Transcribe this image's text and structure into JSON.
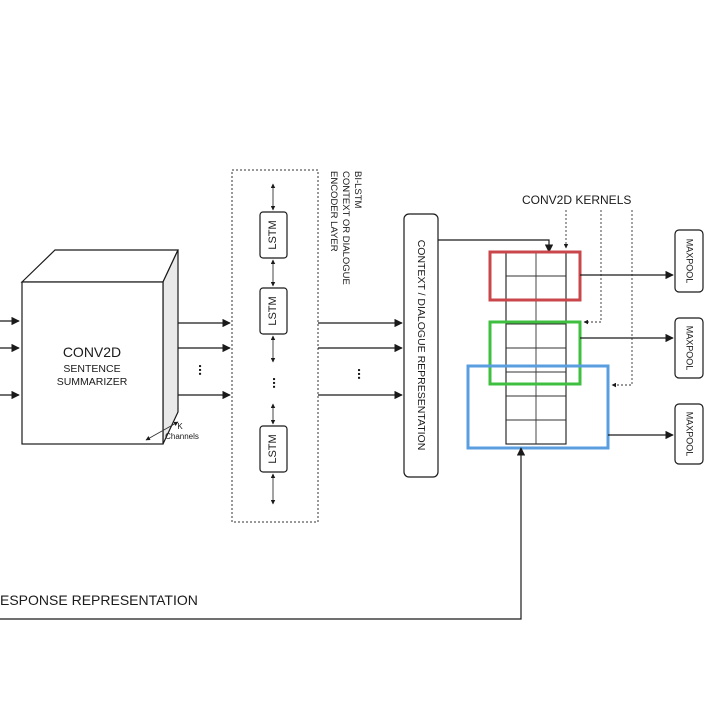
{
  "summarizer": {
    "line1": "CONV2D",
    "line2": "SENTENCE",
    "line3": "SUMMARIZER",
    "channels_k": "K",
    "channels_label": "Channels"
  },
  "encoder": {
    "cell_label": "LSTM",
    "layer_line1": "BI-LSTM",
    "layer_line2": "CONTEXT OR DIALOGUE",
    "layer_line3": "ENCODER LAYER"
  },
  "context_rep": "CONTEXT / DIALOGUE REPRESENTATION",
  "kernels_label": "CONV2D KERNELS",
  "maxpool_label": "MAXPOOL",
  "response_label": "ESPONSE REPRESENTATION",
  "ellipsis": "...",
  "colors": {
    "red_kernel": "#c9474a",
    "green_kernel": "#3fbf3f",
    "blue_kernel": "#5a9ee0"
  }
}
